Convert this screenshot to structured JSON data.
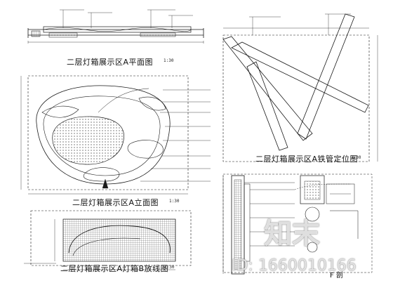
{
  "drawing": {
    "plan_view": {
      "title": "二层灯箱展示区A平面图",
      "scale": "1:30"
    },
    "elevation_view": {
      "title": "二层灯箱展示区A立面图",
      "scale": "1:30"
    },
    "tube_layout": {
      "title": "二层灯箱展示区A铁管定位图",
      "scale": "1:30"
    },
    "lightbox_lofting": {
      "title": "二层灯箱展示区A灯箱B放线图",
      "scale": "1:30"
    },
    "section": {
      "label": "F 剖"
    }
  },
  "watermark": {
    "brand": "知末",
    "id_label": "ID: 1660010166"
  },
  "colors": {
    "line": "#1a1a1a",
    "dim": "#333333",
    "watermark": "#ffffff"
  }
}
